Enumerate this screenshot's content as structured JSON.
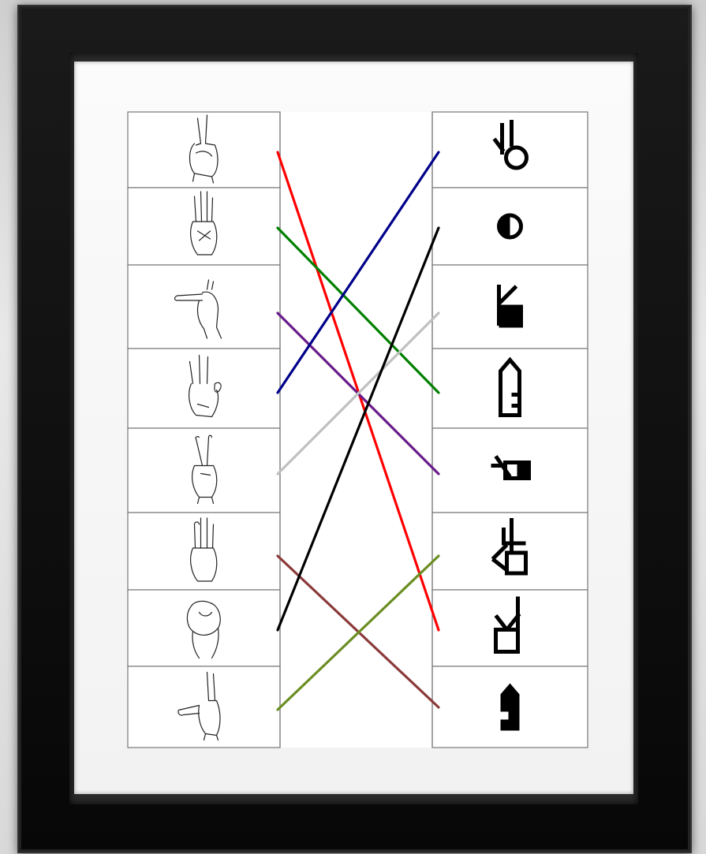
{
  "diagram": {
    "hand_signs": [
      {
        "id": "v-sign-thumb-tucked"
      },
      {
        "id": "flat-hand-fingers-crossed"
      },
      {
        "id": "index-pointing-left"
      },
      {
        "id": "three-fingers-circle"
      },
      {
        "id": "v-sign"
      },
      {
        "id": "flat-hand"
      },
      {
        "id": "fist-circle"
      },
      {
        "id": "two-fingers-thumb-out"
      }
    ],
    "symbols": [
      {
        "id": "circle-with-three-strokes"
      },
      {
        "id": "half-filled-circle"
      },
      {
        "id": "half-filled-square-with-diagonal"
      },
      {
        "id": "pentagon-with-notch"
      },
      {
        "id": "half-filled-square-with-angle"
      },
      {
        "id": "square-with-forked-strokes"
      },
      {
        "id": "square-with-diagonal-and-stroke"
      },
      {
        "id": "filled-pentagon-with-notch"
      }
    ],
    "connections": [
      {
        "from": 1,
        "to": 7,
        "color": "#ff0000"
      },
      {
        "from": 2,
        "to": 4,
        "color": "#008000"
      },
      {
        "from": 3,
        "to": 5,
        "color": "#6a1a8a"
      },
      {
        "from": 4,
        "to": 1,
        "color": "#00008b"
      },
      {
        "from": 5,
        "to": 3,
        "color": "#c0c0c0"
      },
      {
        "from": 6,
        "to": 8,
        "color": "#8b3a3a"
      },
      {
        "from": 7,
        "to": 2,
        "color": "#000000"
      },
      {
        "from": 8,
        "to": 6,
        "color": "#6b8e23"
      }
    ]
  }
}
